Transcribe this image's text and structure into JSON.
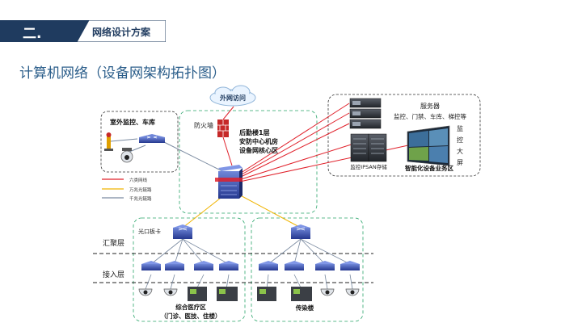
{
  "header": {
    "section_number": "二.",
    "section_title": "网络设计方案"
  },
  "page_title": "计算机网络（设备网架构拓扑图）",
  "diagram": {
    "internet": "外网访问",
    "firewall": "防火墙",
    "core_lines": [
      "后勤楼1层",
      "安防中心机房",
      "设备网核心区"
    ],
    "outdoor_title": "室外监控、车库",
    "server_label": "服务器",
    "server_desc": "监控、门禁、车库、梯控等",
    "wall_chars": [
      "监",
      "控",
      "大",
      "屏"
    ],
    "storage": "监控IPSAN存储",
    "business_zone": "智能化设备业务区",
    "legend": [
      {
        "label": "六类网线",
        "color": "#e0202a"
      },
      {
        "label": "万兆光链路",
        "color": "#f0b400"
      },
      {
        "label": "千兆光链路",
        "color": "#7a8aa0"
      }
    ],
    "optical_card": "光口板卡",
    "agg_layer": "汇聚层",
    "access_layer": "接入层",
    "zone_left_lines": [
      "综合医疗区",
      "（门诊、医技、住楼）"
    ],
    "zone_right": "传染楼"
  }
}
